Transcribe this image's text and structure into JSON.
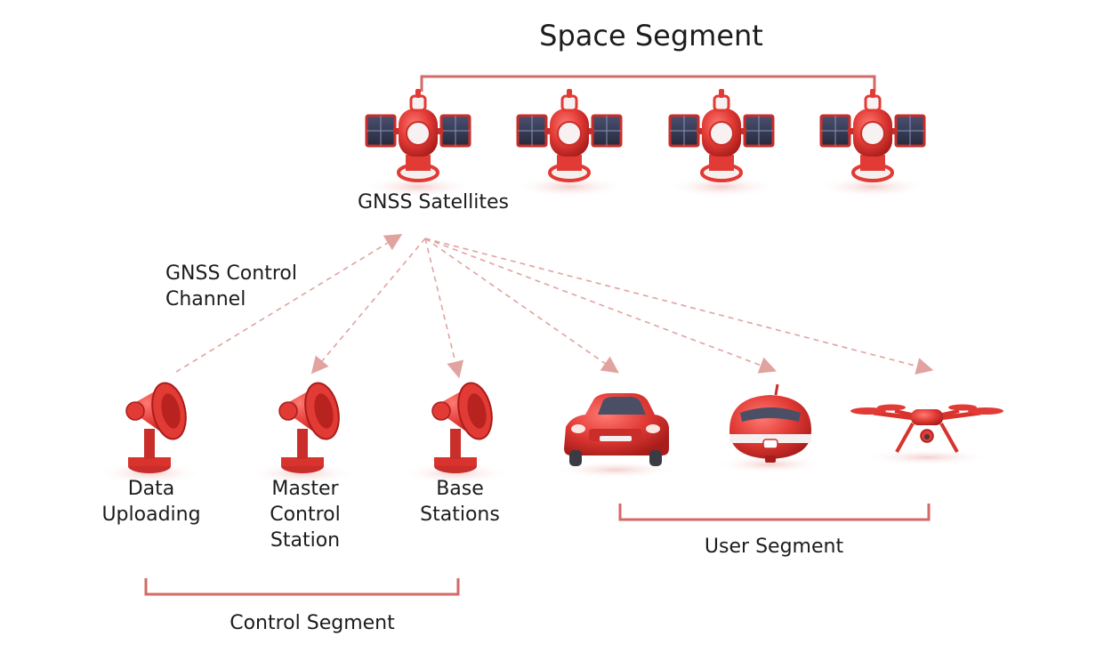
{
  "title": "Space Segment",
  "satellites_label": "GNSS Satellites",
  "control_channel_label": "GNSS Control\nChannel",
  "control_nodes": [
    {
      "label": "Data\nUploading",
      "icon": "antenna-icon"
    },
    {
      "label": "Master\nControl\nStation",
      "icon": "antenna-icon"
    },
    {
      "label": "Base\nStations",
      "icon": "antenna-icon"
    }
  ],
  "user_nodes": [
    {
      "icon": "car-icon"
    },
    {
      "icon": "ship-icon"
    },
    {
      "icon": "drone-icon"
    }
  ],
  "control_segment_label": "Control Segment",
  "user_segment_label": "User Segment",
  "satellite_count": 4,
  "colors": {
    "accent": "#e23a35",
    "accent_dark": "#b8221f",
    "bracket": "#d36a66",
    "arrow": "#e0a3a0",
    "panel": "#3a3f5a",
    "text": "#1c1c1c"
  }
}
